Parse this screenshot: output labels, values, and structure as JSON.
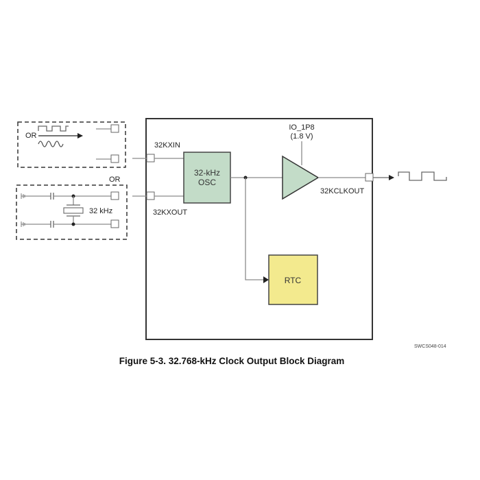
{
  "diagram": {
    "caption": "Figure 5-3. 32.768-kHz Clock Output Block Diagram",
    "doc_id": "SWCS048-014",
    "pins": {
      "xin": "32KXIN",
      "xout": "32KXOUT",
      "clkout": "32KCLKOUT"
    },
    "blocks": {
      "osc_line1": "32-kHz",
      "osc_line2": "OSC",
      "rtc": "RTC",
      "buffer_supply": "IO_1P8",
      "buffer_voltage": "(1.8 V)"
    },
    "external": {
      "or_label_1": "OR",
      "or_label_2": "OR",
      "crystal_freq": "32 kHz"
    },
    "colors": {
      "osc_fill": "#c3dcc8",
      "buffer_fill": "#c3dcc8",
      "rtc_fill": "#f3ea8e",
      "frame": "#333333"
    }
  }
}
